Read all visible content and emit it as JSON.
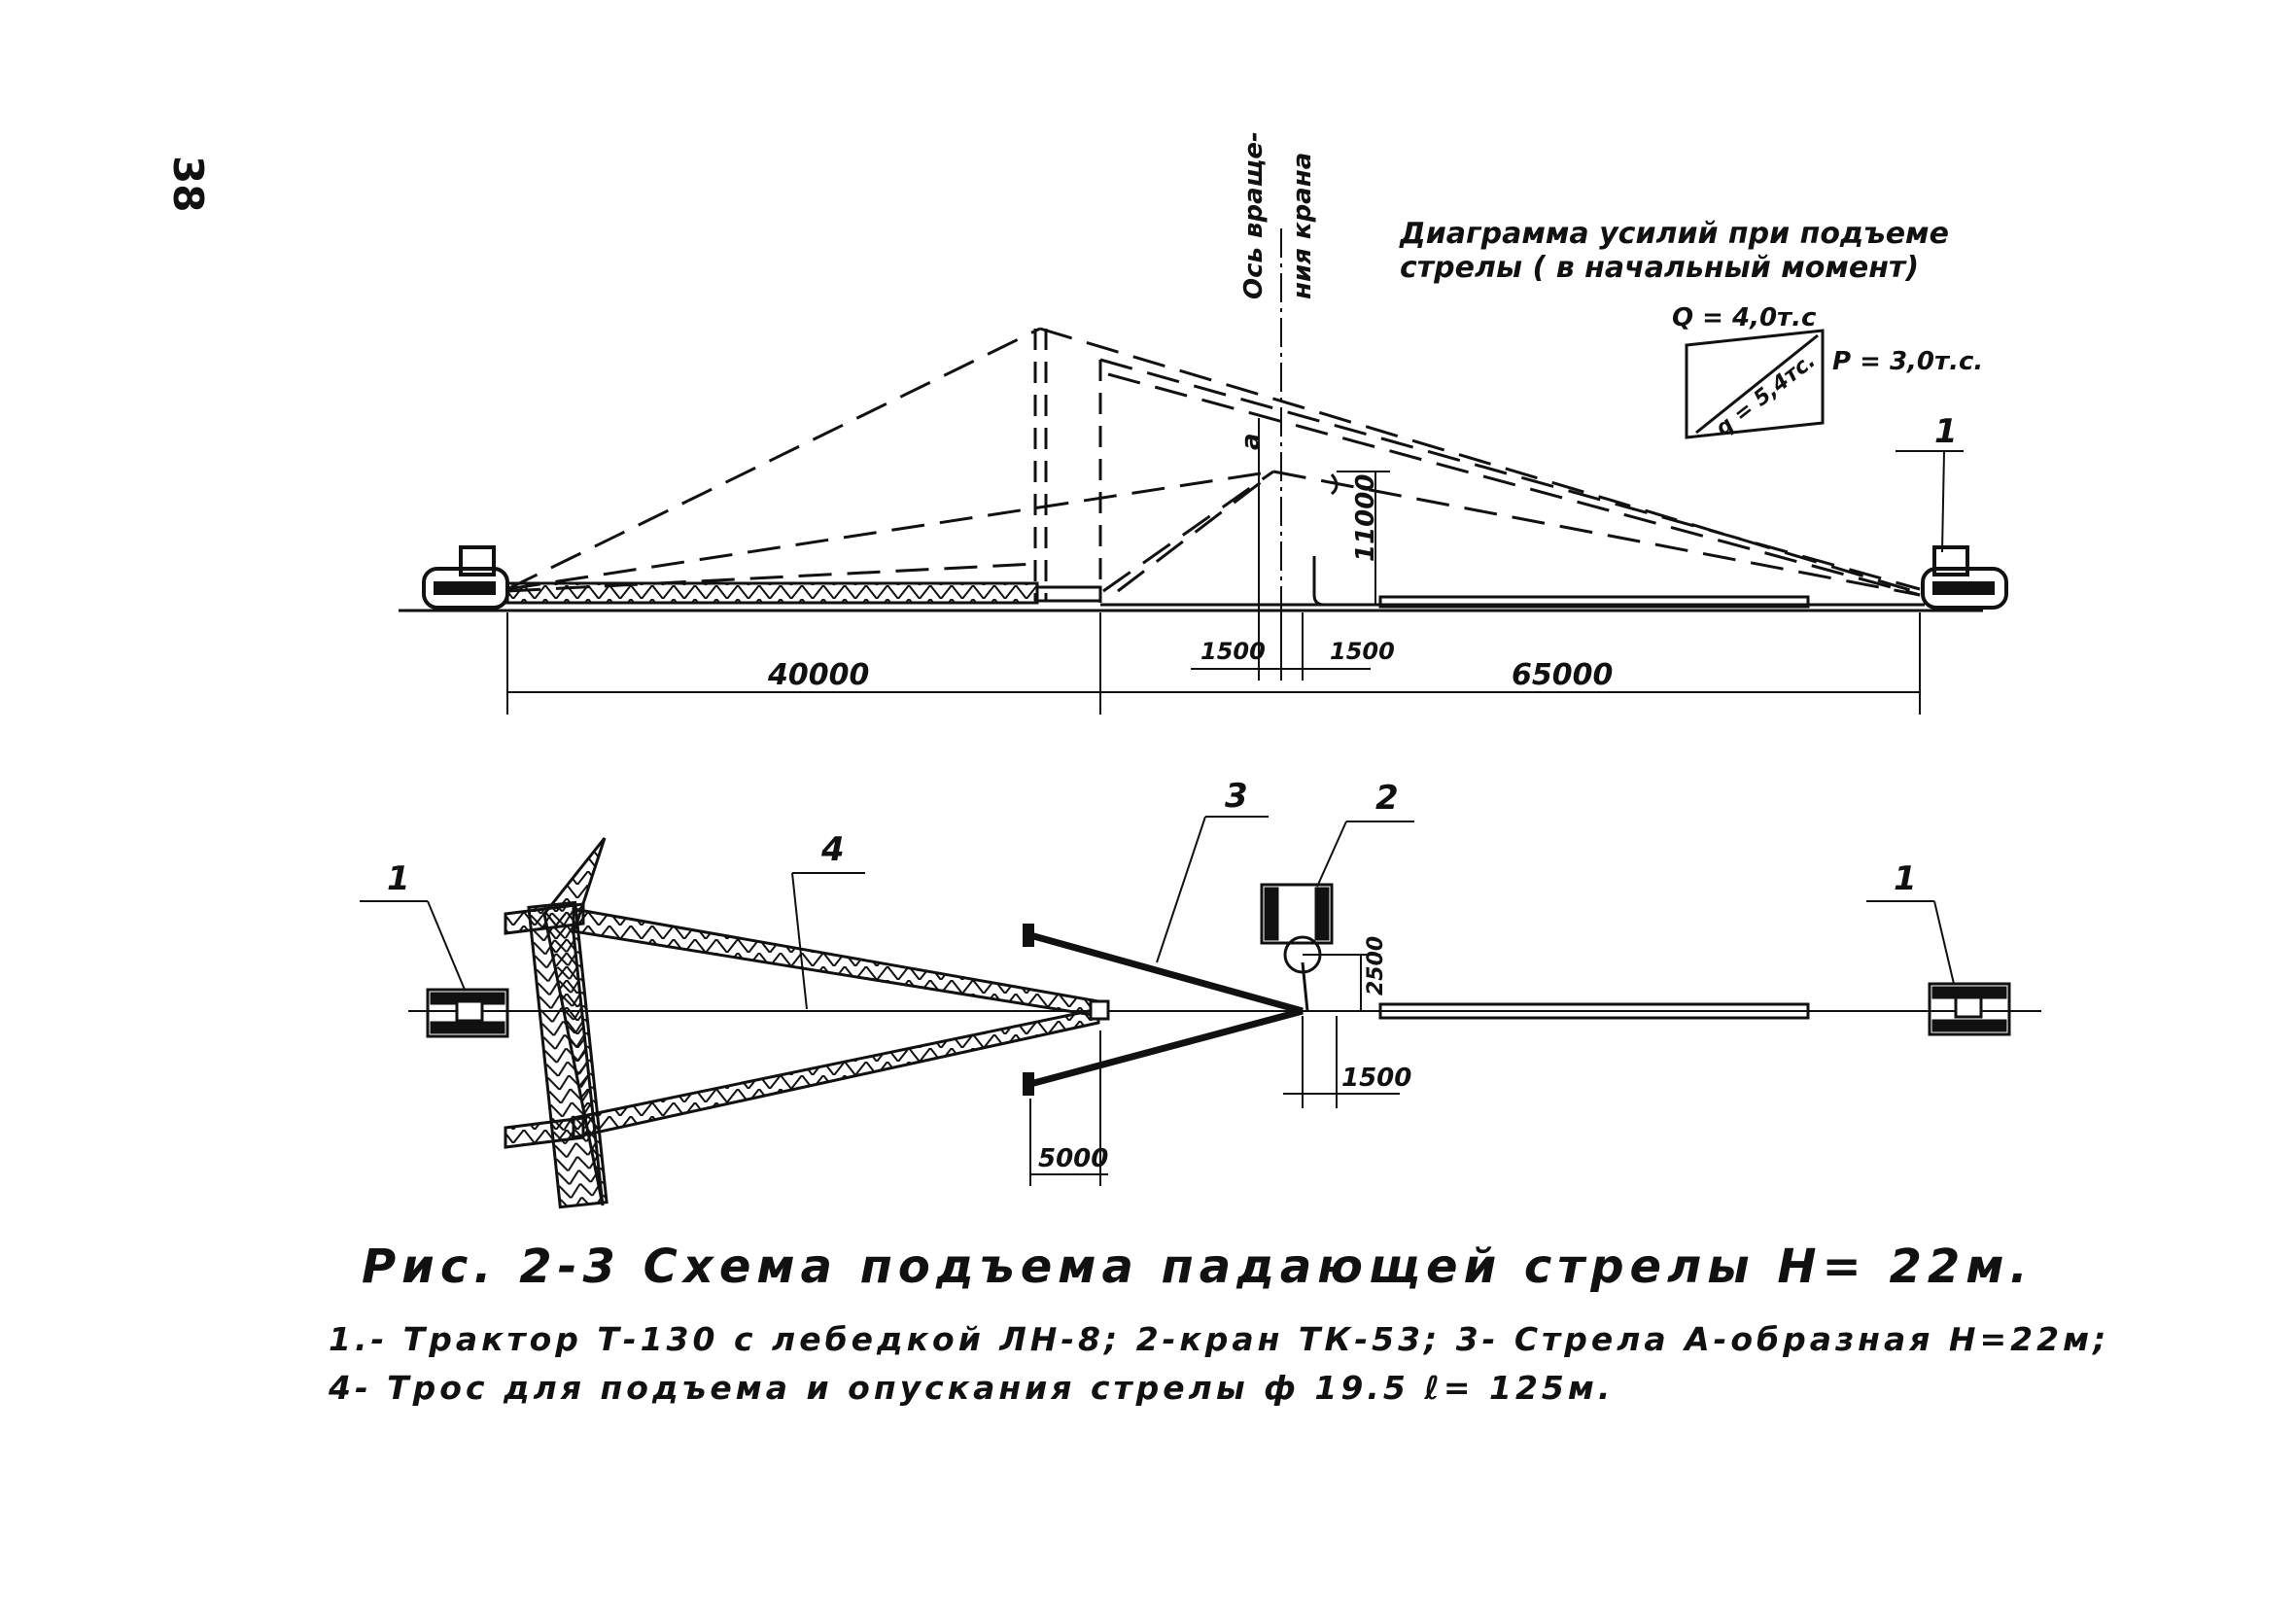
{
  "page_number": "38",
  "elevation": {
    "diagram_title_line1": "Диаграмма усилий при подъеме",
    "diagram_title_line2": "стрелы ( в начальный момент)",
    "force_Q": "Q = 4,0т.с",
    "force_q": "q = 5,4тс.",
    "force_P": "P = 3,0т.с.",
    "axis_label_1": "Ось враще-",
    "axis_label_2": "ния крана",
    "axis_marker": "а",
    "height_dim": "11000",
    "dim_left": "40000",
    "dim_right": "65000",
    "dim_small_left": "1500",
    "dim_small_right": "1500",
    "callout_1": "1"
  },
  "plan": {
    "callout_1_left": "1",
    "callout_4": "4",
    "callout_3": "3",
    "callout_2": "2",
    "callout_1_right": "1",
    "dim_2500": "2500",
    "dim_1500": "1500",
    "dim_5000": "5000"
  },
  "caption": {
    "title": "Рис. 2-3   Схема подъема падающей стрелы  Н= 22м.",
    "legend_line1": "1.- Трактор Т-130 с лебедкой ЛН-8;   2-кран ТК-53;  3- Стрела А-образная  Н=22м;",
    "legend_line2": "4- Трос для подъема и опускания стрелы  ф 19.5   ℓ= 125м."
  }
}
